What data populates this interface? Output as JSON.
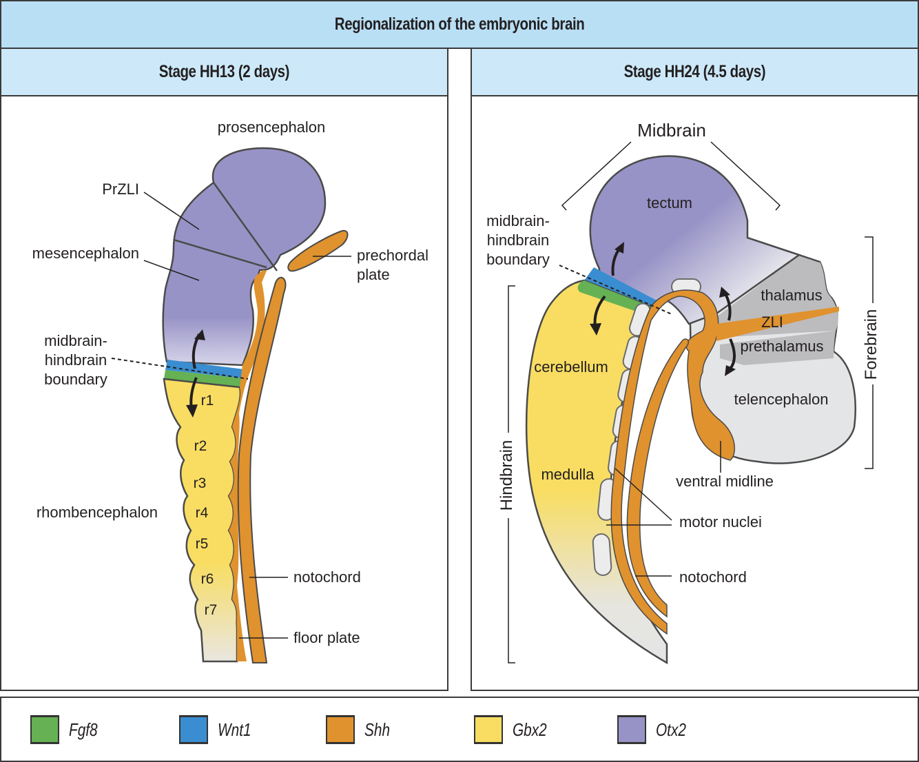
{
  "title": "Regionalization of the embryonic brain",
  "panels": [
    {
      "title": "Stage HH13 (2 days)",
      "labels": {
        "prosencephalon": "prosencephalon",
        "przli": "PrZLI",
        "mesencephalon": "mesencephalon",
        "mhb_1": "midbrain-",
        "mhb_2": "hindbrain",
        "mhb_3": "boundary",
        "rhombencephalon": "rhombencephalon",
        "prechordal_1": "prechordal",
        "prechordal_2": "plate",
        "notochord": "notochord",
        "floor_plate": "floor plate"
      },
      "rhombomeres": [
        "r1",
        "r2",
        "r3",
        "r4",
        "r5",
        "r6",
        "r7"
      ]
    },
    {
      "title": "Stage HH24 (4.5 days)",
      "labels": {
        "midbrain": "Midbrain",
        "tectum": "tectum",
        "mhb_1": "midbrain-",
        "mhb_2": "hindbrain",
        "mhb_3": "boundary",
        "hindbrain": "Hindbrain",
        "forebrain": "Forebrain",
        "thalamus": "thalamus",
        "zli": "ZLI",
        "prethalamus": "prethalamus",
        "telencephalon": "telencephalon",
        "cerebellum": "cerebellum",
        "medulla": "medulla",
        "ventral_midline": "ventral midline",
        "motor_nuclei": "motor nuclei",
        "notochord": "notochord"
      }
    }
  ],
  "legend": [
    {
      "label": "Fgf8",
      "color": "#65b153"
    },
    {
      "label": "Wnt1",
      "color": "#3a8dd0"
    },
    {
      "label": "Shh",
      "color": "#e0922e"
    },
    {
      "label": "Gbx2",
      "color": "#f8dd62"
    },
    {
      "label": "Otx2",
      "color": "#9893c6"
    }
  ],
  "colors": {
    "header": "#b9dff5",
    "subheader": "#cde9f9",
    "grey_dark": "#bcbcbe",
    "grey_light": "#e4e5e6"
  }
}
